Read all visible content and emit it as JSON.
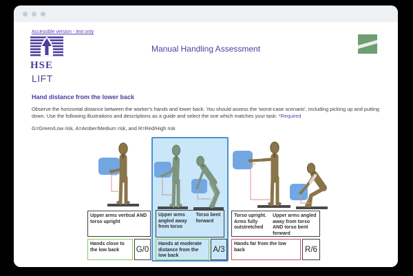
{
  "header": {
    "accessible_link": "Accessible version - text only",
    "logo_text": "HSE",
    "title": "Manual Handling Assessment"
  },
  "page": {
    "section_title": "LIFT",
    "question_title": "Hand distance from the lower back",
    "instructions": "Observe the horizontal distance between the worker's hands and lower back. You should assess the 'worst-case scenario', including picking up and putting down. Use the following illustrations and descriptions as a guide and select the one which matches your task:",
    "required_label": "*Required",
    "legend": "G=Green/Low risk,  A=Amber/Medium risk, and R=Red/High risk"
  },
  "options": [
    {
      "value": "G/0",
      "risk": "green",
      "selected": false,
      "posture": [
        "Upper arms vertical AND torso upright"
      ],
      "hands": "Hands close to the low back"
    },
    {
      "value": "A/3",
      "risk": "amber",
      "selected": true,
      "posture": [
        "Upper arms angled away from torso",
        "Torso bent forward"
      ],
      "hands": "Hands at moderate distance from the low back"
    },
    {
      "value": "R/6",
      "risk": "red",
      "selected": false,
      "posture": [
        "Torso upright. Arms fully outstretched",
        "Upper arms angled away from torso AND torso bent forward"
      ],
      "hands": "Hands far from the low back"
    }
  ],
  "icons": {
    "hse_logo": "stripes-with-up-arrow",
    "flag_icon": "green-square-white-diagonal-band"
  },
  "colors": {
    "heading_purple": "#4b3e9e",
    "link_purple": "#5a3db8",
    "selected_panel_bg": "#c9e7f8",
    "selected_panel_border": "#4e8fd0",
    "green_border": "#8fc665",
    "red_border": "#c75067",
    "flag_green": "#6f9e70",
    "box_blue": "#72a7e3"
  }
}
